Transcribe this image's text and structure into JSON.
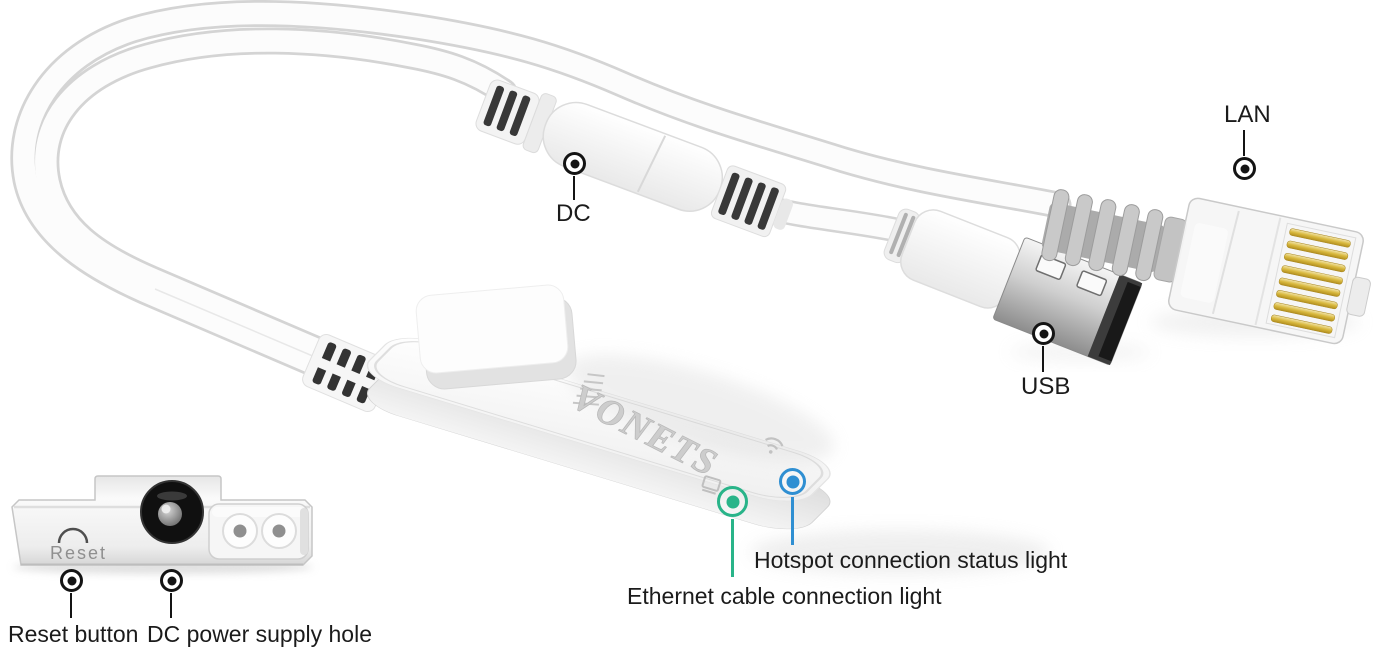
{
  "product": {
    "brand": "VONETS",
    "device_marking": "Reset",
    "callouts": {
      "dc": "DC",
      "usb": "USB",
      "lan": "LAN",
      "reset": "Reset button",
      "power": "DC power supply hole",
      "hotspot": "Hotspot connection status light",
      "ethernet": "Ethernet cable connection light"
    },
    "colors": {
      "hotspot_led": "#2f8fd2",
      "ethernet_led": "#29b489",
      "ink": "#1b1b1b"
    }
  }
}
